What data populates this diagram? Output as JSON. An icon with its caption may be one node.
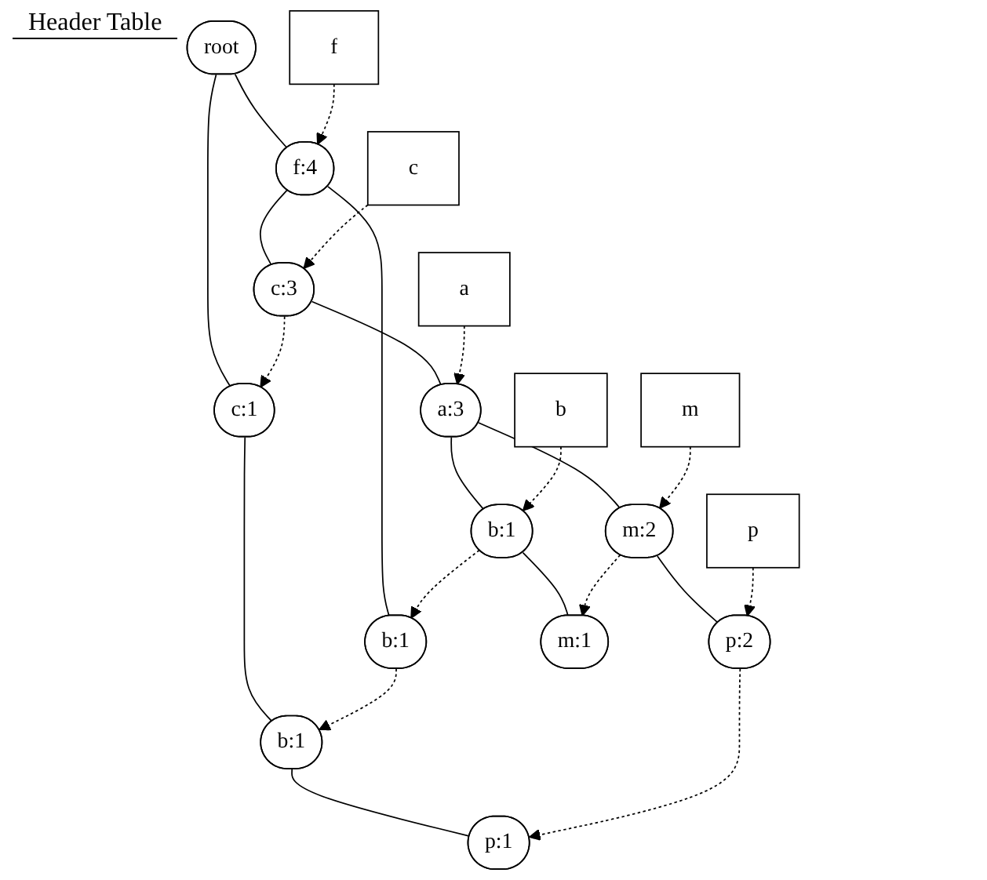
{
  "diagram": {
    "nodes": [
      {
        "text": [
          "root"
        ]
      },
      {
        "text": [
          "f:4"
        ]
      },
      {
        "text": [
          "c:1"
        ]
      },
      {
        "text": [
          "c:3"
        ]
      },
      {
        "text": [
          "b:1"
        ]
      },
      {
        "text": [
          "b:1"
        ]
      },
      {
        "text": [
          "a:3"
        ]
      },
      {
        "text": [
          "p:1"
        ]
      },
      {
        "text": [
          "m:2"
        ]
      },
      {
        "text": [
          "b:1"
        ]
      },
      {
        "text": [
          "p:2"
        ]
      },
      {
        "text": [
          "m:1"
        ]
      },
      {
        "text": [
          "f"
        ]
      },
      {
        "text": [
          "c"
        ]
      },
      {
        "text": [
          "a"
        ]
      },
      {
        "text": [
          "b"
        ]
      },
      {
        "text": [
          "m"
        ]
      },
      {
        "text": [
          "p"
        ]
      }
    ],
    "edges": [
      {
        "from": 0,
        "to": 1,
        "arrow": "none"
      },
      {
        "from": 0,
        "to": 2,
        "arrow": "none"
      },
      {
        "from": 1,
        "to": 3,
        "arrow": "none"
      },
      {
        "from": 1,
        "to": 4,
        "arrow": "none"
      },
      {
        "from": 2,
        "to": 5,
        "arrow": "none"
      },
      {
        "from": 3,
        "to": 6,
        "arrow": "none"
      },
      {
        "from": 5,
        "to": 7,
        "arrow": "none"
      },
      {
        "from": 6,
        "to": 8,
        "arrow": "none"
      },
      {
        "from": 6,
        "to": 9,
        "arrow": "none"
      },
      {
        "from": 8,
        "to": 10,
        "arrow": "none"
      },
      {
        "from": 9,
        "to": 11,
        "arrow": "none"
      },
      {
        "from": 12,
        "to": 1,
        "arrow": "to",
        "style": "dashed"
      },
      {
        "from": 13,
        "to": 3,
        "arrow": "to",
        "style": "dashed"
      },
      {
        "from": 3,
        "to": 2,
        "arrow": "to",
        "style": "dashed"
      },
      {
        "from": 14,
        "to": 6,
        "arrow": "to",
        "style": "dashed"
      },
      {
        "from": 15,
        "to": 9,
        "arrow": "to",
        "style": "dashed"
      },
      {
        "from": 9,
        "to": 4,
        "arrow": "to",
        "style": "dashed"
      },
      {
        "from": 4,
        "to": 5,
        "arrow": "to",
        "style": "dashed"
      },
      {
        "from": 16,
        "to": 8,
        "arrow": "to",
        "style": "dashed"
      },
      {
        "from": 8,
        "to": 11,
        "arrow": "to",
        "style": "dashed"
      },
      {
        "from": 17,
        "to": 10,
        "arrow": "to",
        "style": "dashed"
      },
      {
        "from": 10,
        "to": 7,
        "arrow": "to",
        "style": "dashed"
      }
    ],
    "labels": [
      "Header Table"
    ]
  }
}
